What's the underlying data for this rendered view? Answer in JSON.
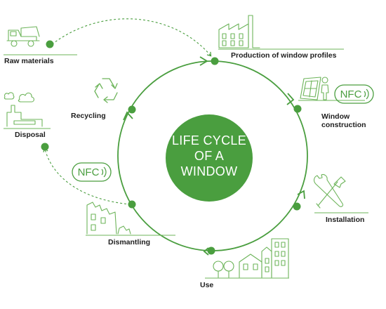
{
  "center_title": [
    "LIFE CYCLE",
    "OF A",
    "WINDOW"
  ],
  "stages": {
    "raw_materials": "Raw materials",
    "production": "Production of window profiles",
    "window_construction": [
      "Window",
      "construction"
    ],
    "installation": "Installation",
    "use": "Use",
    "dismantling": "Dismantling",
    "disposal": "Disposal",
    "recycling": "Recycling"
  },
  "nfc_badges": [
    "NFC",
    "NFC"
  ],
  "colors": {
    "accent": "#4a9e3f",
    "line_art": "#6db45a",
    "text": "#1e1e1e"
  },
  "icons": [
    "dump-truck-icon",
    "factory-icon",
    "window-person-icon",
    "wrench-hammer-icon",
    "houses-trees-icon",
    "ruined-building-icon",
    "landfill-factory-icon",
    "recycle-icon",
    "nfc-icon"
  ]
}
